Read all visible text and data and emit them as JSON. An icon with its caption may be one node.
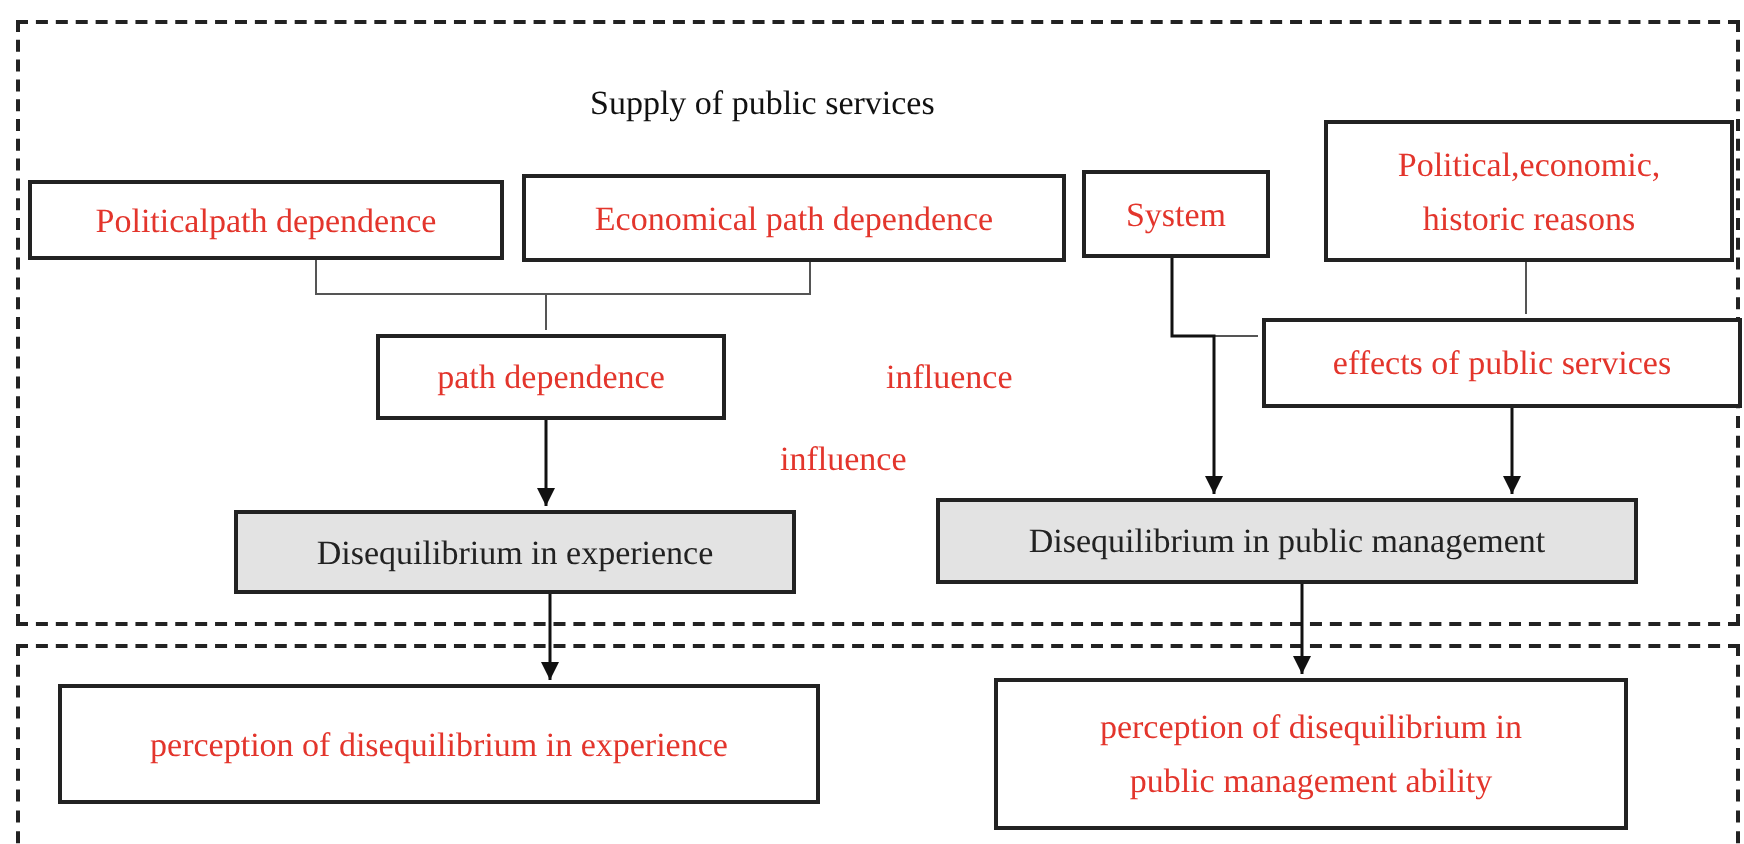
{
  "diagram": {
    "nodes": [
      {
        "text": [
          "Supply of public services"
        ]
      },
      {
        "text": [
          "Politicalpath dependence"
        ],
        "in": 0
      },
      {
        "text": [
          "Economical path dependence"
        ],
        "in": 0
      },
      {
        "text": [
          "System"
        ],
        "in": 0
      },
      {
        "text": [
          "Political,economic, historic reasons"
        ],
        "in": 0
      },
      {
        "text": [
          "path dependence"
        ],
        "in": 0
      },
      {
        "text": [
          "effects of public services"
        ],
        "in": 0
      },
      {
        "text": [
          "Disequilibrium in experience"
        ],
        "in": 0
      },
      {
        "text": [
          "Disequilibrium in public management"
        ],
        "in": 0
      },
      {
        "text": [],
        "shape": "box"
      },
      {
        "text": [
          "perception of disequilibrium in experience"
        ],
        "in": 9
      },
      {
        "text": [
          "perception of disequilibrium in public management ability"
        ],
        "in": 9
      }
    ],
    "edges": [
      {
        "from": 1,
        "to": 5,
        "arrow": "none"
      },
      {
        "from": 2,
        "to": 5,
        "arrow": "none"
      },
      {
        "from": 5,
        "to": 7,
        "arrow": "to"
      },
      {
        "from": 3,
        "to": 6,
        "arrow": "none"
      },
      {
        "from": 3,
        "to": 8,
        "arrow": "to"
      },
      {
        "from": 4,
        "to": 6,
        "arrow": "none"
      },
      {
        "from": 6,
        "to": 8,
        "arrow": "to"
      },
      {
        "from": 7,
        "to": 10,
        "arrow": "to"
      },
      {
        "from": 8,
        "to": 11,
        "arrow": "to"
      }
    ],
    "labels": [
      "influence",
      "influence"
    ]
  }
}
